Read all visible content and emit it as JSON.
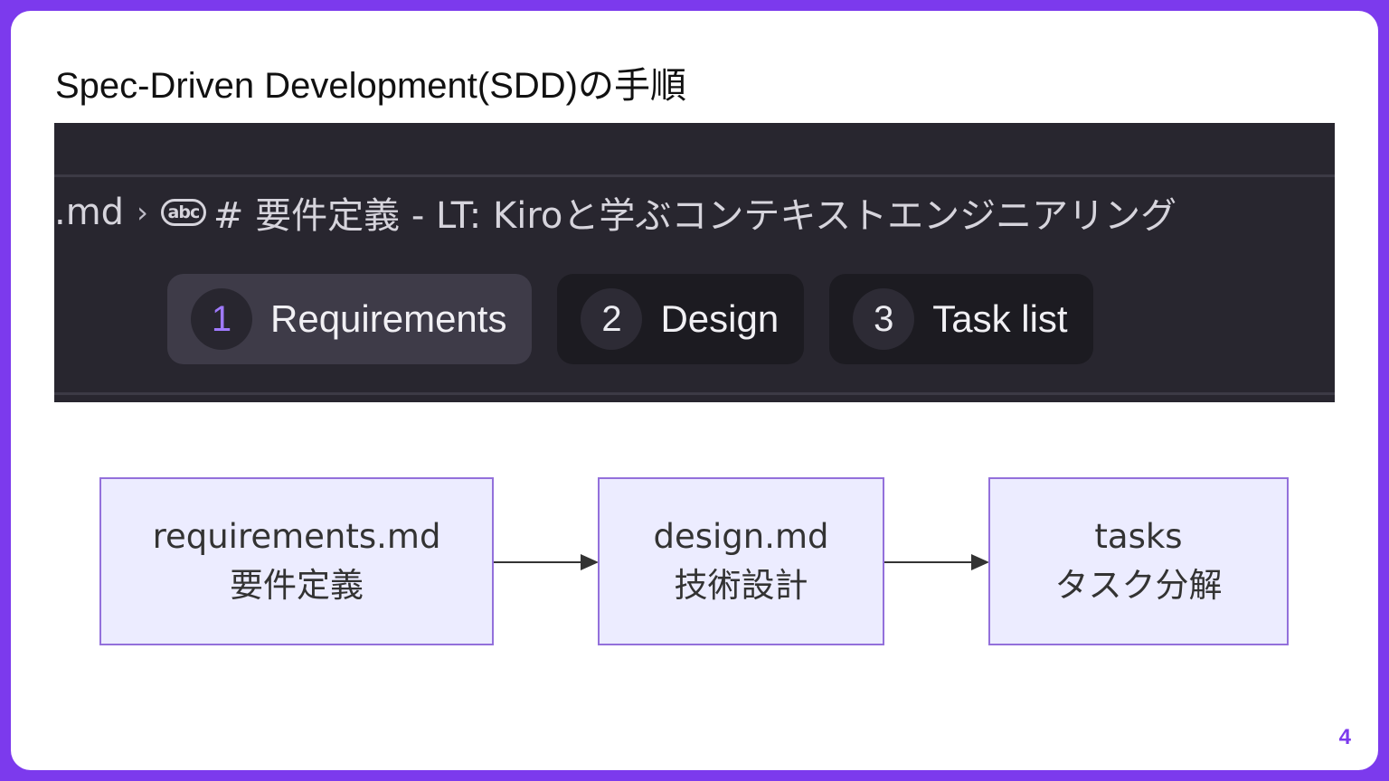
{
  "slide": {
    "title": "Spec-Driven Development(SDD)の手順",
    "page_number": "4"
  },
  "screenshot": {
    "breadcrumb": {
      "file": ".md",
      "separator": "›",
      "icon": "abc-icon",
      "heading": "# 要件定義 - LT: Kiroと学ぶコンテキストエンジニアリング"
    },
    "steps": [
      {
        "number": "1",
        "label": "Requirements",
        "active": true
      },
      {
        "number": "2",
        "label": "Design",
        "active": false
      },
      {
        "number": "3",
        "label": "Task list",
        "active": false
      }
    ]
  },
  "flow": {
    "nodes": [
      {
        "line1": "requirements.md",
        "line2": "要件定義"
      },
      {
        "line1": "design.md",
        "line2": "技術設計"
      },
      {
        "line1": "tasks",
        "line2": "タスク分解"
      }
    ]
  },
  "colors": {
    "frame": "#7c3aed",
    "node_fill": "#ececff",
    "node_border": "#9370db",
    "active_step_number": "#a07aff"
  }
}
